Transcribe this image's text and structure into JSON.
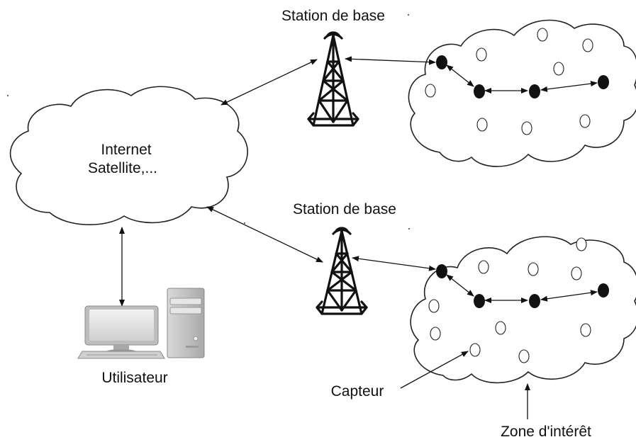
{
  "internet_cloud": {
    "line1": "Internet",
    "line2": "Satellite,..."
  },
  "base_station_top": {
    "label": "Station de base"
  },
  "base_station_bottom": {
    "label": "Station de base"
  },
  "user": {
    "label": "Utilisateur"
  },
  "sensor": {
    "label": "Capteur"
  },
  "zone": {
    "label": "Zone d'intérêt"
  },
  "icons": [
    "antenna-tower-icon",
    "desktop-computer-icon",
    "sensor-node-icon"
  ],
  "colors": {
    "ink": "#111111",
    "cloud_fill": "#ffffff",
    "computer_gray": "#bdbdbd"
  }
}
